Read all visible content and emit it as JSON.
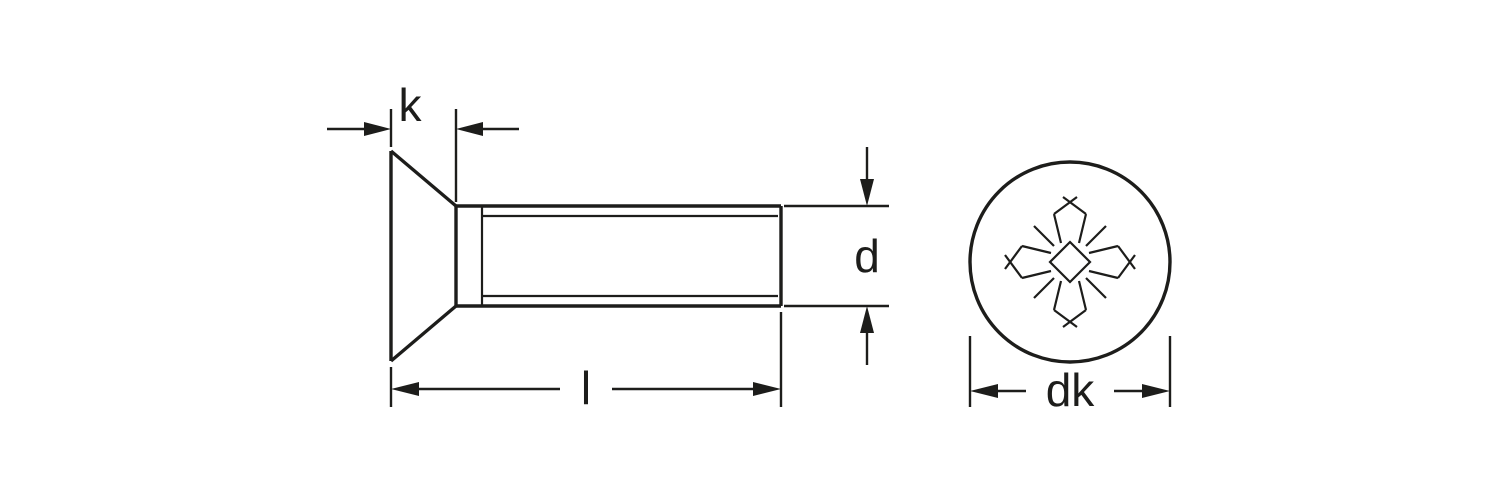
{
  "diagram": {
    "labels": {
      "head_height": "k",
      "thread_diameter": "d",
      "screw_length": "l",
      "head_diameter": "dk"
    },
    "colors": {
      "line": "#1d1d1b",
      "background": "#ffffff"
    }
  }
}
